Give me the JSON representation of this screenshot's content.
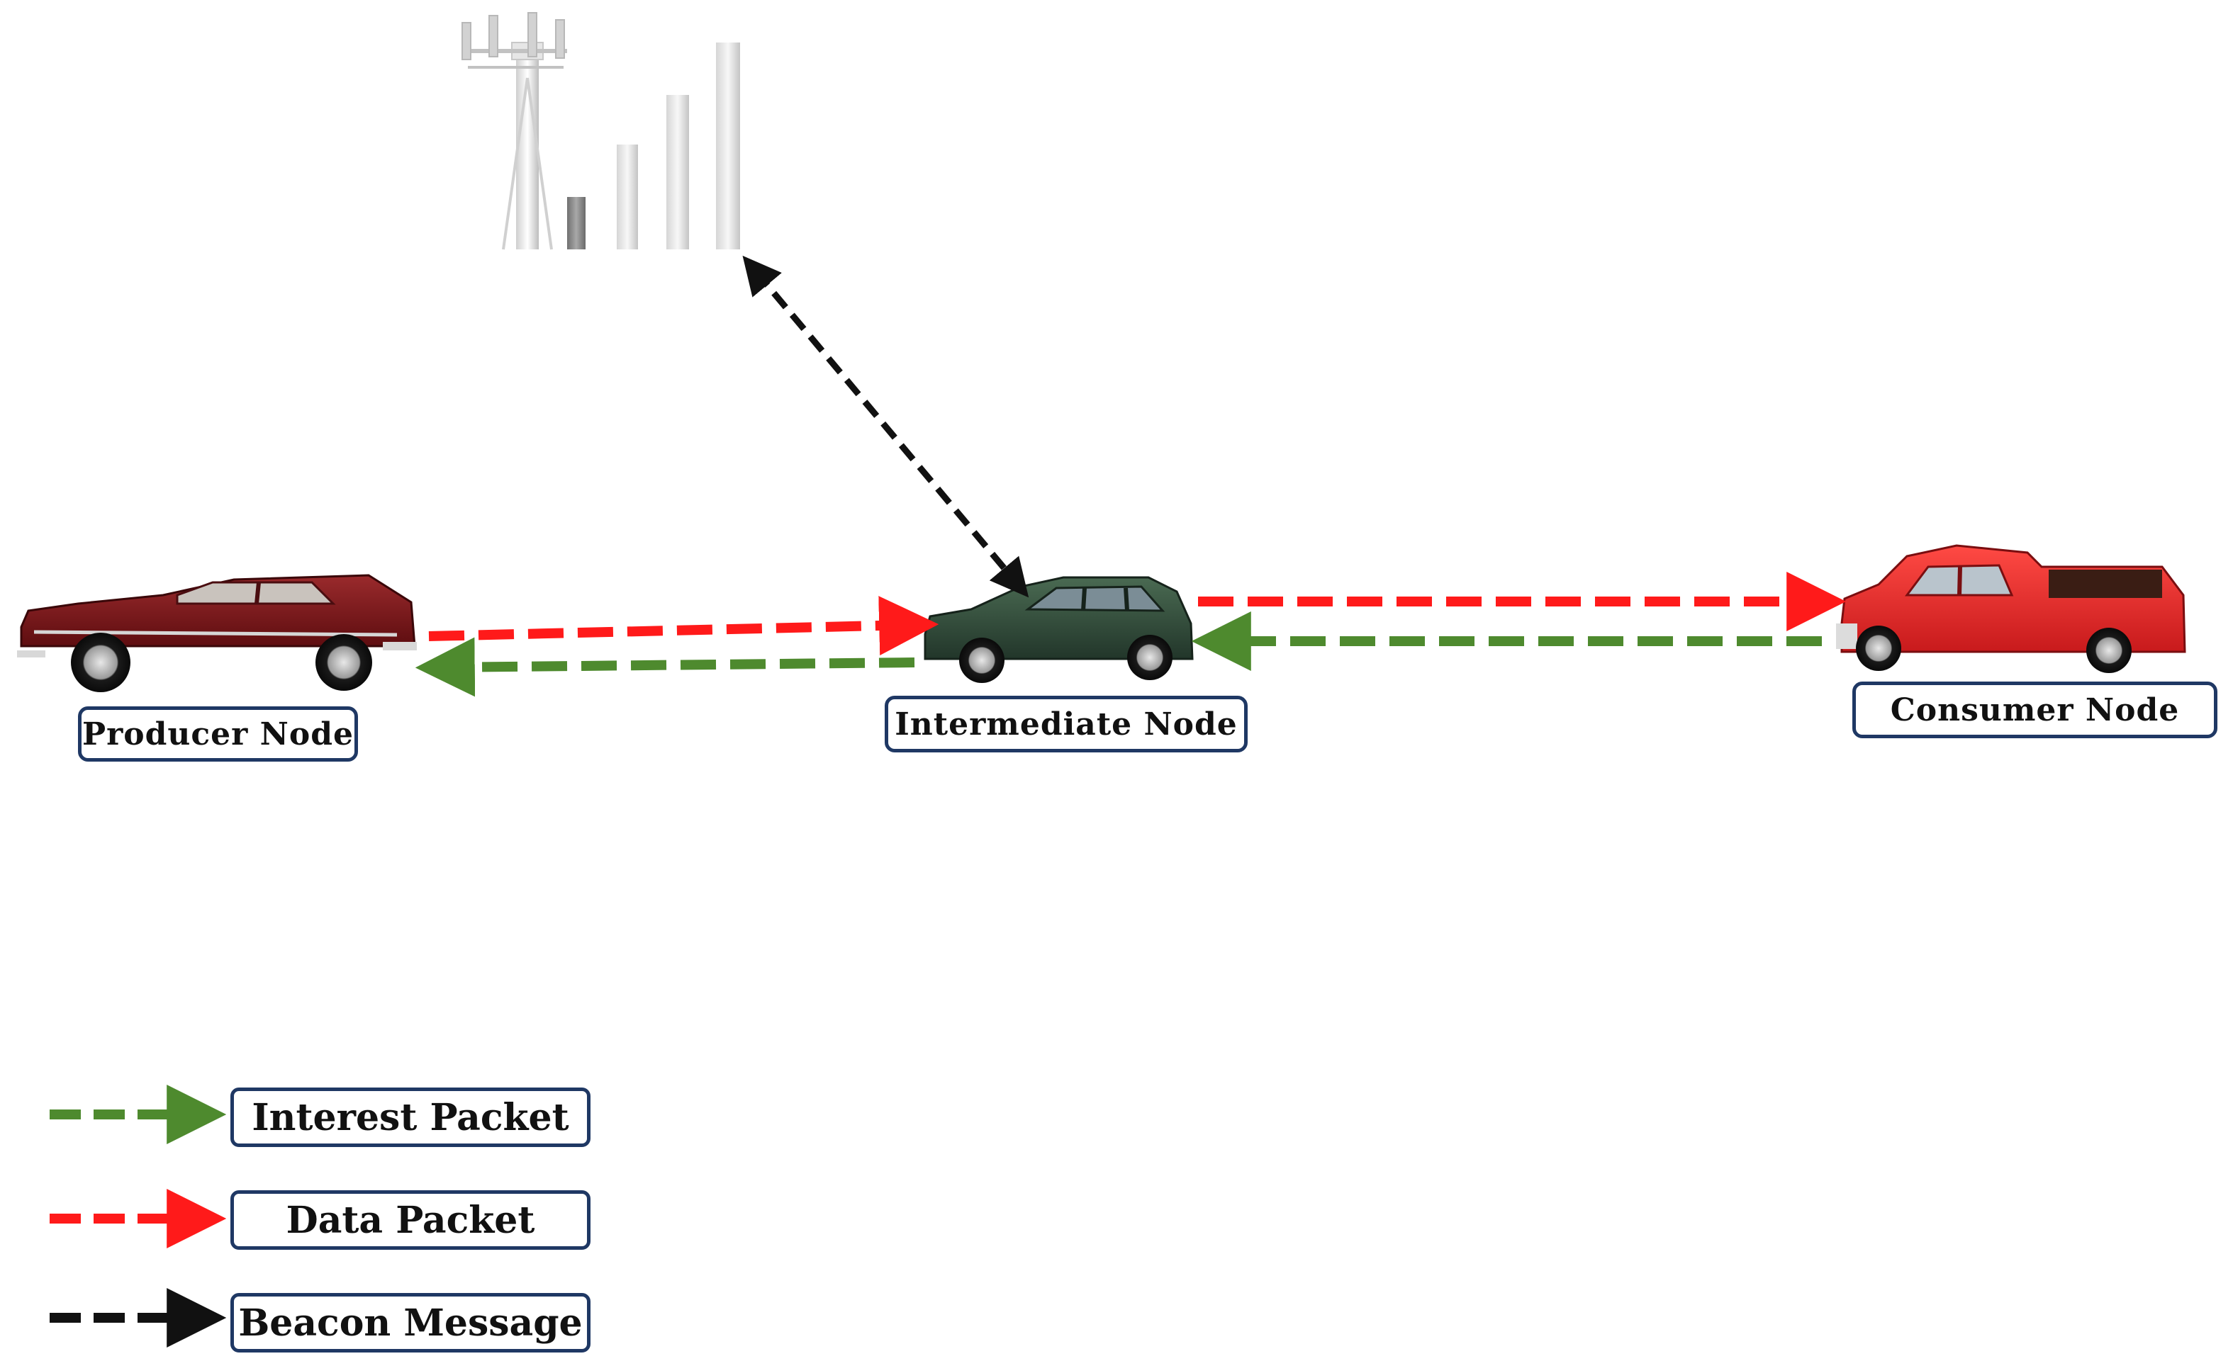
{
  "nodes": {
    "producer": {
      "label": "Producer  Node"
    },
    "intermediate": {
      "label": "Intermediate  Node"
    },
    "consumer": {
      "label": "Consumer  Node"
    }
  },
  "legend": [
    {
      "label": "Interest Packet",
      "color": "#4e8a2e"
    },
    {
      "label": "Data Packet",
      "color": "#ff1a1a"
    },
    {
      "label": "Beacon Message",
      "color": "#111111"
    }
  ],
  "colors": {
    "interest": "#4e8a2e",
    "data": "#ff1a1a",
    "beacon": "#111111",
    "box_border": "#1f3864",
    "producer_car": "#7a1416",
    "intermediate_car": "#2f4a36",
    "consumer_truck": "#e8282a"
  },
  "icons": {
    "tower": "cell-tower-icon",
    "signal": "signal-strength-icon",
    "producer": "sedan-car-icon",
    "intermediate": "hatchback-car-icon",
    "consumer": "pickup-truck-icon"
  }
}
